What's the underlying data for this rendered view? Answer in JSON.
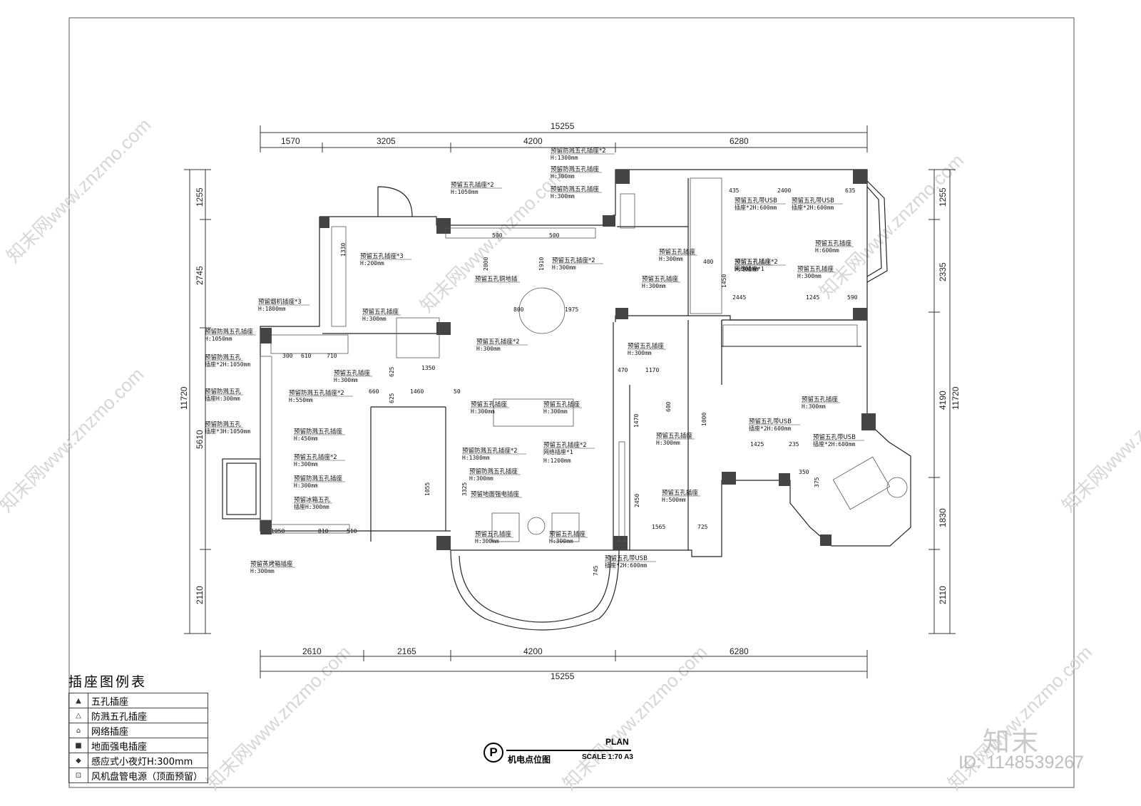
{
  "dimensions": {
    "top_total": "15255",
    "top_segments": [
      "1570",
      "3205",
      "4200",
      "6280"
    ],
    "bottom_segments": [
      "2610",
      "2165",
      "4200",
      "6280"
    ],
    "bottom_total": "15255",
    "left_total": "11720",
    "left_segments": [
      "1255",
      "2745",
      "5610",
      "2110"
    ],
    "right_total": "11720",
    "right_segments": [
      "1255",
      "2335",
      "4190",
      "1830",
      "2110"
    ]
  },
  "inner_dims": [
    "500",
    "500",
    "2000",
    "1910",
    "1975",
    "1330",
    "800",
    "1350",
    "625",
    "660",
    "1460",
    "625",
    "50",
    "2400",
    "435",
    "635",
    "400",
    "1450",
    "2445",
    "1245",
    "590",
    "470",
    "1170",
    "1000",
    "600",
    "1470",
    "1425",
    "235",
    "350",
    "375",
    "2450",
    "1565",
    "725",
    "745",
    "1050",
    "810",
    "510",
    "300",
    "610",
    "710",
    "1055",
    "3325"
  ],
  "annotations": [
    {
      "text": "预留五孔插座*2",
      "sub": "H:1050mm"
    },
    {
      "text": "预留防溅五孔插座*2",
      "sub": "H:1300mm"
    },
    {
      "text": "预留防溅五孔插座",
      "sub": "H:300mm"
    },
    {
      "text": "预留防溅五孔插座",
      "sub": "H:300mm"
    },
    {
      "text": "预留五孔插座*3",
      "sub": "H:200mm"
    },
    {
      "text": "预留五孔插座*2",
      "sub": "H:300mm"
    },
    {
      "text": "预留五孔铜地插",
      "sub": ""
    },
    {
      "text": "预留烟机插座*3",
      "sub": "H:1800mm"
    },
    {
      "text": "预留五孔插座",
      "sub": "H:300mm"
    },
    {
      "text": "预留五孔插座*2",
      "sub": "H:300mm"
    },
    {
      "text": "预留防溅五孔插座",
      "sub": "H:1050mm"
    },
    {
      "text": "预留防溅五孔",
      "sub": "插座*2H:1050mm"
    },
    {
      "text": "预留五孔插座",
      "sub": "H:300mm"
    },
    {
      "text": "预留防溅五孔插座*2",
      "sub": "H:550mm"
    },
    {
      "text": "预留防溅五孔",
      "sub": "插座H:300mm"
    },
    {
      "text": "预留防溅五孔",
      "sub": "插座*3H:1050mm"
    },
    {
      "text": "预留防溅五孔插座",
      "sub": "H:450mm"
    },
    {
      "text": "预留五孔插座*2",
      "sub": "H:300mm"
    },
    {
      "text": "预留防溅五孔插座",
      "sub": "H:300mm"
    },
    {
      "text": "预留冰箱五孔",
      "sub": "插座H:300mm"
    },
    {
      "text": "预留蒸烤箱插座",
      "sub": "H:300mm"
    },
    {
      "text": "预留五孔插座",
      "sub": "H:300mm"
    },
    {
      "text": "预留五孔插座",
      "sub": "H:300mm"
    },
    {
      "text": "预留防溅五孔插座*2",
      "sub": "H:1300mm"
    },
    {
      "text": "预留防溅五孔插座",
      "sub": "H:300mm"
    },
    {
      "text": "预留地面强电插座",
      "sub": ""
    },
    {
      "text": "预留五孔插座*2",
      "sub": "网络插座*1"
    },
    {
      "text": "",
      "sub": "H:1200mm"
    },
    {
      "text": "预留五孔插座",
      "sub": "H:300mm"
    },
    {
      "text": "预留五孔插座",
      "sub": "H:300mm"
    },
    {
      "text": "预留五孔插座",
      "sub": "H:300mm"
    },
    {
      "text": "预留五孔插座",
      "sub": "H:300mm"
    },
    {
      "text": "预留五孔带USB",
      "sub": "插座*2H:600mm"
    },
    {
      "text": "预留五孔带USB",
      "sub": "插座*2H:600mm"
    },
    {
      "text": "预留五孔插座",
      "sub": "H:600mm"
    },
    {
      "text": "预留五孔插座",
      "sub": "H:300mm"
    },
    {
      "text": "预留五孔插座*2",
      "sub": "网络插座*1"
    },
    {
      "text": "",
      "sub": "H:300mm"
    },
    {
      "text": "预留五孔插座",
      "sub": "H:300mm"
    },
    {
      "text": "预留五孔插座",
      "sub": "H:300mm"
    },
    {
      "text": "预留五孔插座",
      "sub": "H:300mm"
    },
    {
      "text": "预留五孔插座",
      "sub": "H:300mm"
    },
    {
      "text": "预留五孔带USB",
      "sub": "插座*2H:600mm"
    },
    {
      "text": "预留五孔带USB",
      "sub": "插座*2H:600mm"
    },
    {
      "text": "预留五孔插座",
      "sub": "H:500mm"
    },
    {
      "text": "预留五孔带USB",
      "sub": "插座*2H:600mm"
    }
  ],
  "legend": {
    "title": "插座图例表",
    "items": [
      {
        "icon": "outlet-icon",
        "label": "五孔插座"
      },
      {
        "icon": "splash-outlet-icon",
        "label": "防溅五孔插座"
      },
      {
        "icon": "network-outlet-icon",
        "label": "网络插座"
      },
      {
        "icon": "floor-outlet-icon",
        "label": "地面强电插座"
      },
      {
        "icon": "night-light-icon",
        "label": "感应式小夜灯H:300mm"
      },
      {
        "icon": "fan-coil-icon",
        "label": "风机盘管电源（顶面预留）"
      }
    ]
  },
  "title_block": {
    "symbol": "P",
    "plan": "PLAN",
    "name": "机电点位图",
    "scale": "SCALE 1:70  A3"
  },
  "watermark": {
    "text": "知末网www.znzmo.com",
    "brand": "知末",
    "id": "ID: 1148539267"
  }
}
